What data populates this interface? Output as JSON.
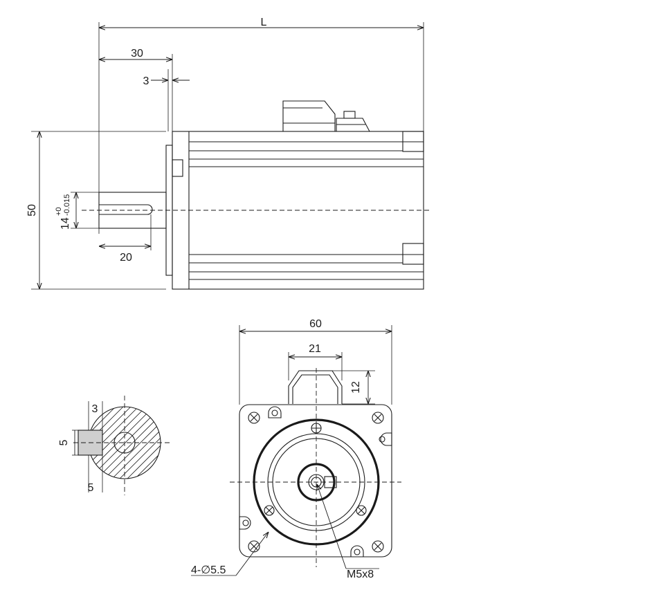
{
  "drawing": {
    "side_view": {
      "length_label": "L",
      "flange_to_shaft_label": "30",
      "flange_thickness_label": "3",
      "height_label": "50",
      "shaft_diameter_base": "14",
      "shaft_tolerance_upper": "+0",
      "shaft_tolerance_lower": "-0.015",
      "key_length_label": "20"
    },
    "shaft_section": {
      "key_depth_label": "3",
      "key_width_label": "5",
      "key_offset_label": "5"
    },
    "front_view": {
      "flange_width_label": "60",
      "connector_width_label": "21",
      "connector_height_label": "12",
      "mount_holes_label": "4-∅5.5",
      "thread_label": "M5x8"
    }
  }
}
